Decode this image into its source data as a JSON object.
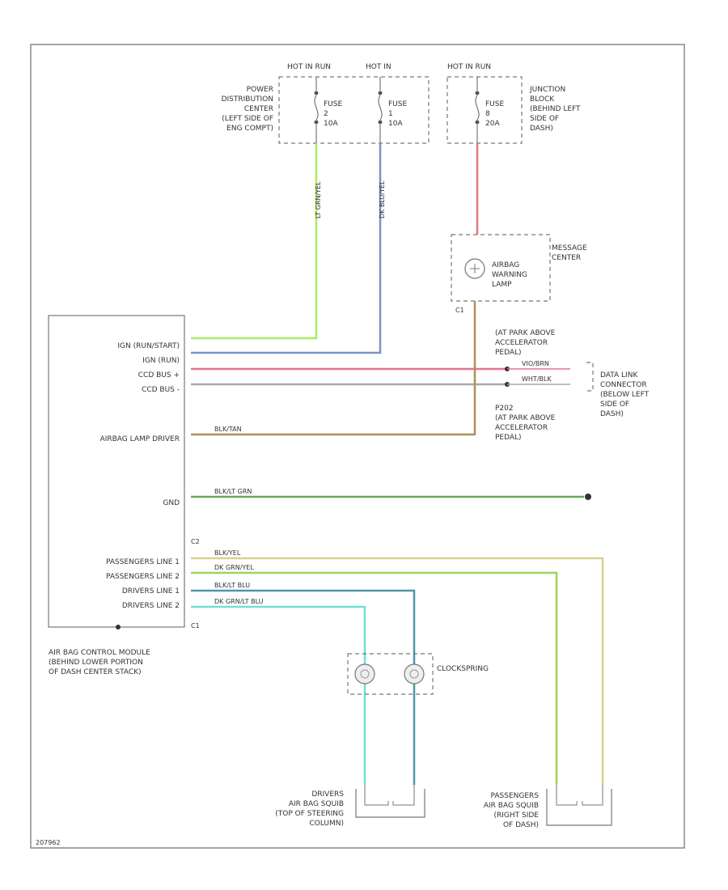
{
  "colors": {
    "lt_grn_yel": "#a8ee60",
    "dk_blu_yel": "#7b92c8",
    "violet_brn": "#e7738f",
    "wht_blk": "#a8a8a8",
    "blk_tan": "#b08f5e",
    "blk_brn": "#6aa65c",
    "blk_yel": "#d7d18f",
    "dk_grn_yel": "#9bd65a",
    "blk_blu": "#4e97a8",
    "dk_grn_lt_blu": "#6fe0d6",
    "dk_blu_tan": "#9fb7d9",
    "lamp_feed": "#e57a7a"
  },
  "fuse_boxes": {
    "pdc_top_label": "HOT IN RUN",
    "pdc_top_label_2": "HOT IN",
    "pdc_desc": [
      "POWER",
      "DISTRIBUTION",
      "CENTER",
      "(LEFT SIDE OF",
      "ENG COMPT)"
    ],
    "fuse_a": [
      "FUSE",
      "2",
      "10A"
    ],
    "fuse_b": [
      "FUSE",
      "1",
      "10A"
    ],
    "jb_top_label": "HOT IN RUN",
    "jb_desc": [
      "JUNCTION",
      "BLOCK",
      "(BEHIND LEFT",
      "SIDE OF",
      "DASH)"
    ],
    "fuse_c": [
      "FUSE",
      "8",
      "20A"
    ]
  },
  "module_center": {
    "label": [
      "MESSAGE",
      "CENTER"
    ],
    "lamp": [
      "AIRBAG",
      "WARNING",
      "LAMP"
    ],
    "connector": "C1"
  },
  "acm": {
    "pins": [
      "IGN (RUN/START)",
      "IGN (RUN)",
      "CCD BUS +",
      "CCD BUS -",
      "AIRBAG LAMP DRIVER",
      "GND",
      "PASSENGERS LINE 1",
      "PASSENGERS LINE 2",
      "DRIVERS LINE 1",
      "DRIVERS LINE 2"
    ],
    "desc": [
      "AIR BAG CONTROL MODULE",
      "(BEHIND LOWER PORTION",
      "OF DASH CENTER STACK)"
    ],
    "c1": "C1",
    "c2": "C2"
  },
  "dlc": {
    "label": [
      "DATA LINK",
      "CONNECTOR",
      "(BELOW LEFT",
      "SIDE OF",
      "DASH)"
    ],
    "splice_top": [
      "(AT PARK ABOVE",
      "ACCELERATOR",
      "PEDAL)"
    ],
    "splice_bottom": [
      "P202",
      "(AT PARK ABOVE",
      "ACCELERATOR",
      "PEDAL)"
    ]
  },
  "clockspring": {
    "label": "CLOCKSPRING"
  },
  "squibs": {
    "driver": [
      "DRIVERS",
      "AIR BAG SQUIB",
      "(TOP OF STEERING",
      "COLUMN)"
    ],
    "passenger": [
      "PASSENGERS",
      "AIR BAG SQUIB",
      "(RIGHT SIDE",
      "OF DASH)"
    ]
  },
  "wire_labels": {
    "w1": "LT GRN/YEL",
    "w2": "DK BLU/YEL",
    "w3": "VIO/BRN",
    "w4": "WHT/BLK",
    "w5": "BLK/TAN",
    "w6": "BLK/LT GRN",
    "w7": "BLK/YEL",
    "w8": "DK GRN/YEL",
    "w9": "BLK/LT BLU",
    "w10": "DK GRN/LT BLU"
  },
  "footer_code": "207962"
}
